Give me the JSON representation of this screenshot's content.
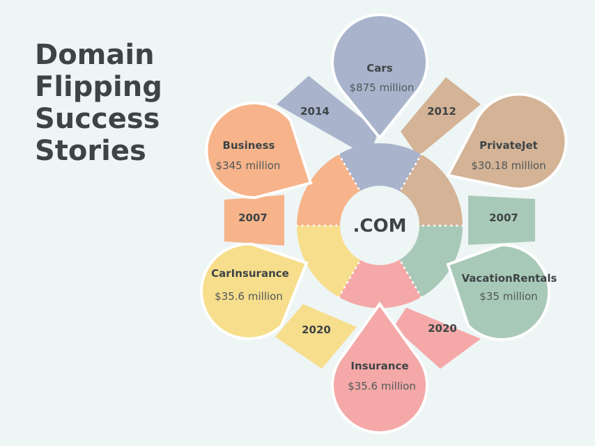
{
  "title": [
    "Domain",
    "Flipping",
    "Success",
    "Stories"
  ],
  "center_label": ".COM",
  "domains": [
    {
      "name": "Cars",
      "value": "$875 million",
      "color": "#a9b4cc"
    },
    {
      "name": "PrivateJet",
      "value": "$30.18 million",
      "color": "#d4b396"
    },
    {
      "name": "VacationRentals",
      "value": "$35 million",
      "color": "#a9c9b8"
    },
    {
      "name": "Insurance",
      "value": "$35.6 million",
      "color": "#f4a9a8"
    },
    {
      "name": "CarInsurance",
      "value": "$35.6 million",
      "color": "#f7de8c"
    },
    {
      "name": "Business",
      "value": "$345 million",
      "color": "#f7b48a"
    }
  ],
  "years": [
    "2014",
    "2012",
    "2007",
    "2020",
    "2020",
    "2007"
  ]
}
